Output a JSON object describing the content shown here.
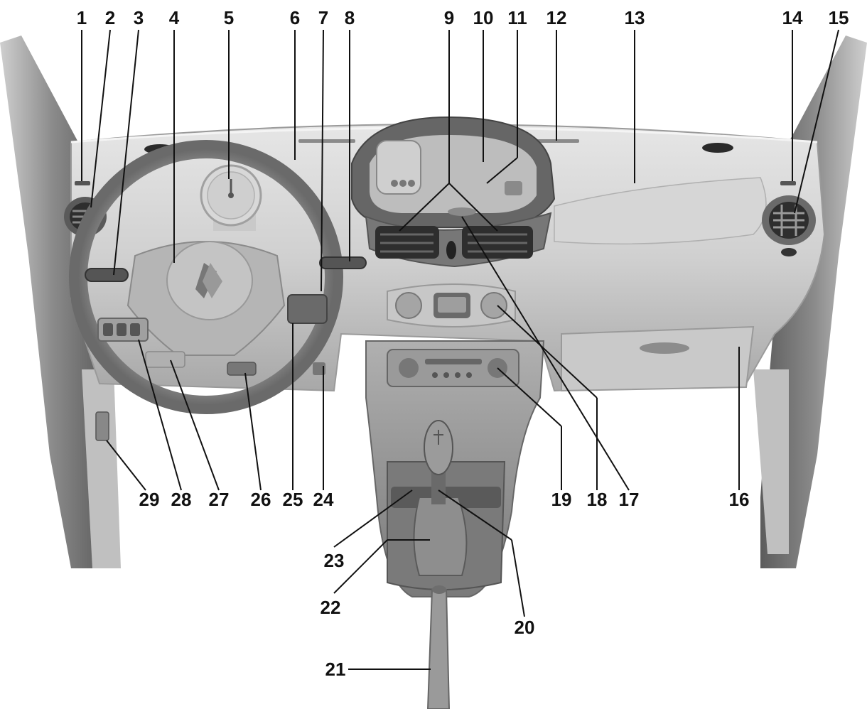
{
  "callouts": [
    {
      "id": "1",
      "label": "1"
    },
    {
      "id": "2",
      "label": "2"
    },
    {
      "id": "3",
      "label": "3"
    },
    {
      "id": "4",
      "label": "4"
    },
    {
      "id": "5",
      "label": "5"
    },
    {
      "id": "6",
      "label": "6"
    },
    {
      "id": "7",
      "label": "7"
    },
    {
      "id": "8",
      "label": "8"
    },
    {
      "id": "9",
      "label": "9"
    },
    {
      "id": "10",
      "label": "10"
    },
    {
      "id": "11",
      "label": "11"
    },
    {
      "id": "12",
      "label": "12"
    },
    {
      "id": "13",
      "label": "13"
    },
    {
      "id": "14",
      "label": "14"
    },
    {
      "id": "15",
      "label": "15"
    },
    {
      "id": "16",
      "label": "16"
    },
    {
      "id": "17",
      "label": "17"
    },
    {
      "id": "18",
      "label": "18"
    },
    {
      "id": "19",
      "label": "19"
    },
    {
      "id": "20",
      "label": "20"
    },
    {
      "id": "21",
      "label": "21"
    },
    {
      "id": "22",
      "label": "22"
    },
    {
      "id": "23",
      "label": "23"
    },
    {
      "id": "24",
      "label": "24"
    },
    {
      "id": "25",
      "label": "25"
    },
    {
      "id": "26",
      "label": "26"
    },
    {
      "id": "27",
      "label": "27"
    },
    {
      "id": "28",
      "label": "28"
    },
    {
      "id": "29",
      "label": "29"
    }
  ],
  "colors": {
    "background": "#ffffff",
    "dashboard_light": "#d9d9d9",
    "dashboard_mid": "#b5b5b5",
    "dashboard_dark": "#6e6e6e",
    "vent": "#3a3a3a",
    "label": "#111111"
  }
}
